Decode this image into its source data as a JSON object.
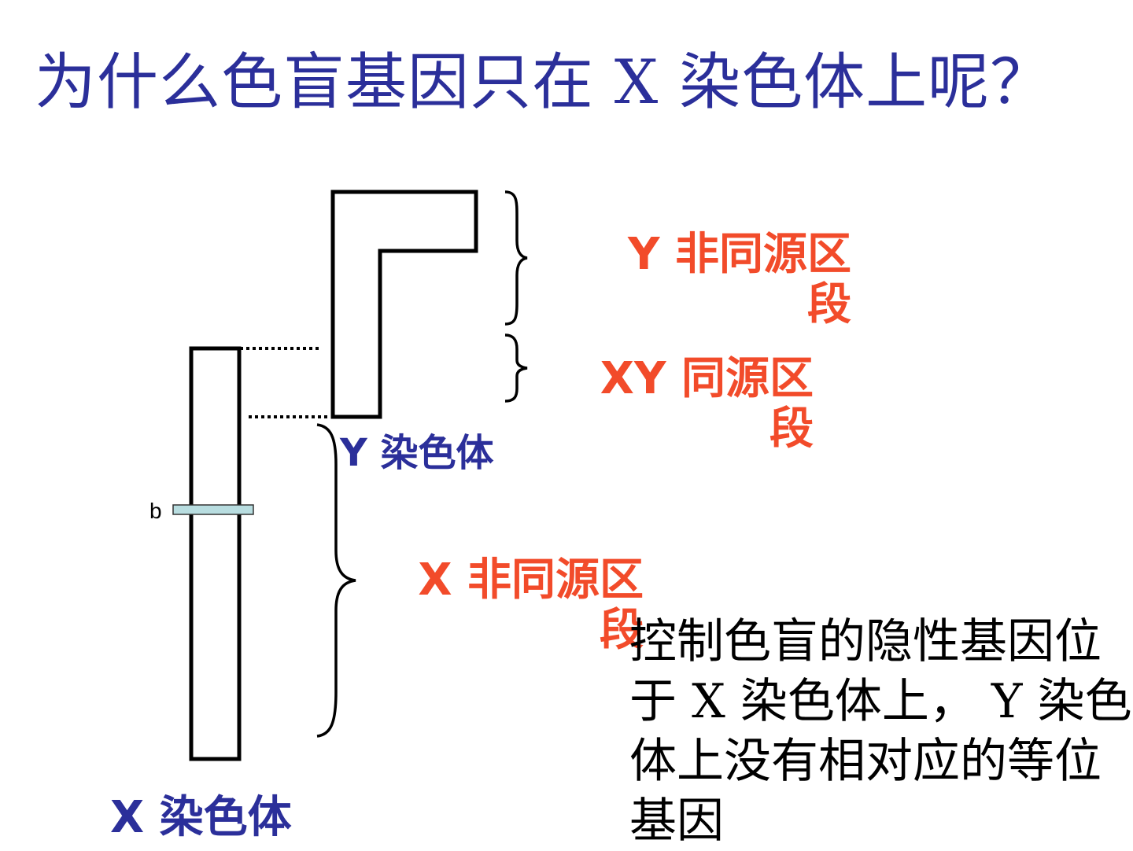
{
  "title": "为什么色盲基因只在 X 染色体上呢？",
  "labels": {
    "y_nonhomologous_line1": "Y 非同源区",
    "y_nonhomologous_line2": "段",
    "xy_homologous_line1": "XY 同源区",
    "xy_homologous_line2": "段",
    "x_nonhomologous_line1": "X 非同源区",
    "x_nonhomologous_line2": "段",
    "y_chromosome": "Y 染色体",
    "x_chromosome": "X 染色体",
    "gene_b": "b"
  },
  "note": "控制色盲的隐性基因位于 X 染色体上， Y 染色体上没有相对应的等位基因",
  "colors": {
    "title": "#2b2f9a",
    "region_label": "#f24b2a",
    "chromosome_label": "#2b2f9a",
    "gene_band": "#b8dde0"
  }
}
